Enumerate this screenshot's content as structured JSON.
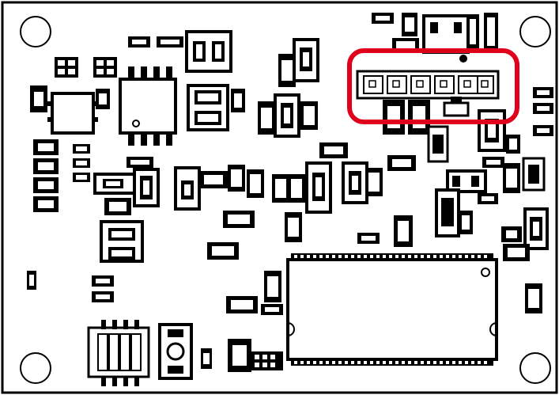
{
  "page": {
    "title": ""
  },
  "colors": {
    "outline": "#000000",
    "fill": "#ffffff",
    "highlight": "#e0001b"
  },
  "diagram": {
    "type": "pcb-silkscreen-layout",
    "highlight_target": "6-pin header",
    "mounting_holes": 4,
    "highlighted_header_pins": 6
  }
}
